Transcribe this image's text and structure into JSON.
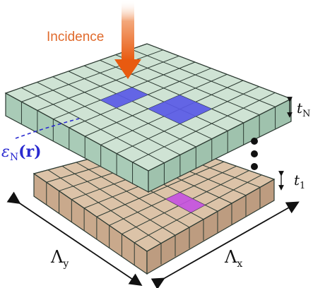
{
  "diagram": {
    "labels": {
      "incidence": "Incidence",
      "epsilon": "ε",
      "epsilon_sub": "N",
      "epsilon_arg": "(r)",
      "t_top": "t",
      "t_top_sub": "N",
      "t_bottom": "t",
      "t_bottom_sub": "1",
      "lambda_y": "Λ",
      "lambda_y_sub": "y",
      "lambda_x": "Λ",
      "lambda_x_sub": "x"
    },
    "grid": {
      "rows": 9,
      "cols": 9
    },
    "colors": {
      "top_layer_face": "#cfe3d4",
      "top_layer_side": "#a9cbb7",
      "bottom_layer_face": "#dcc3a8",
      "bottom_layer_side": "#c9a98c",
      "top_defects": "#5a5ae6",
      "bottom_defect": "#c451e0",
      "incidence_arrow": "#e85a10",
      "epsilon_text": "#2a2ad0",
      "grid_line": "#2c3a32"
    }
  }
}
